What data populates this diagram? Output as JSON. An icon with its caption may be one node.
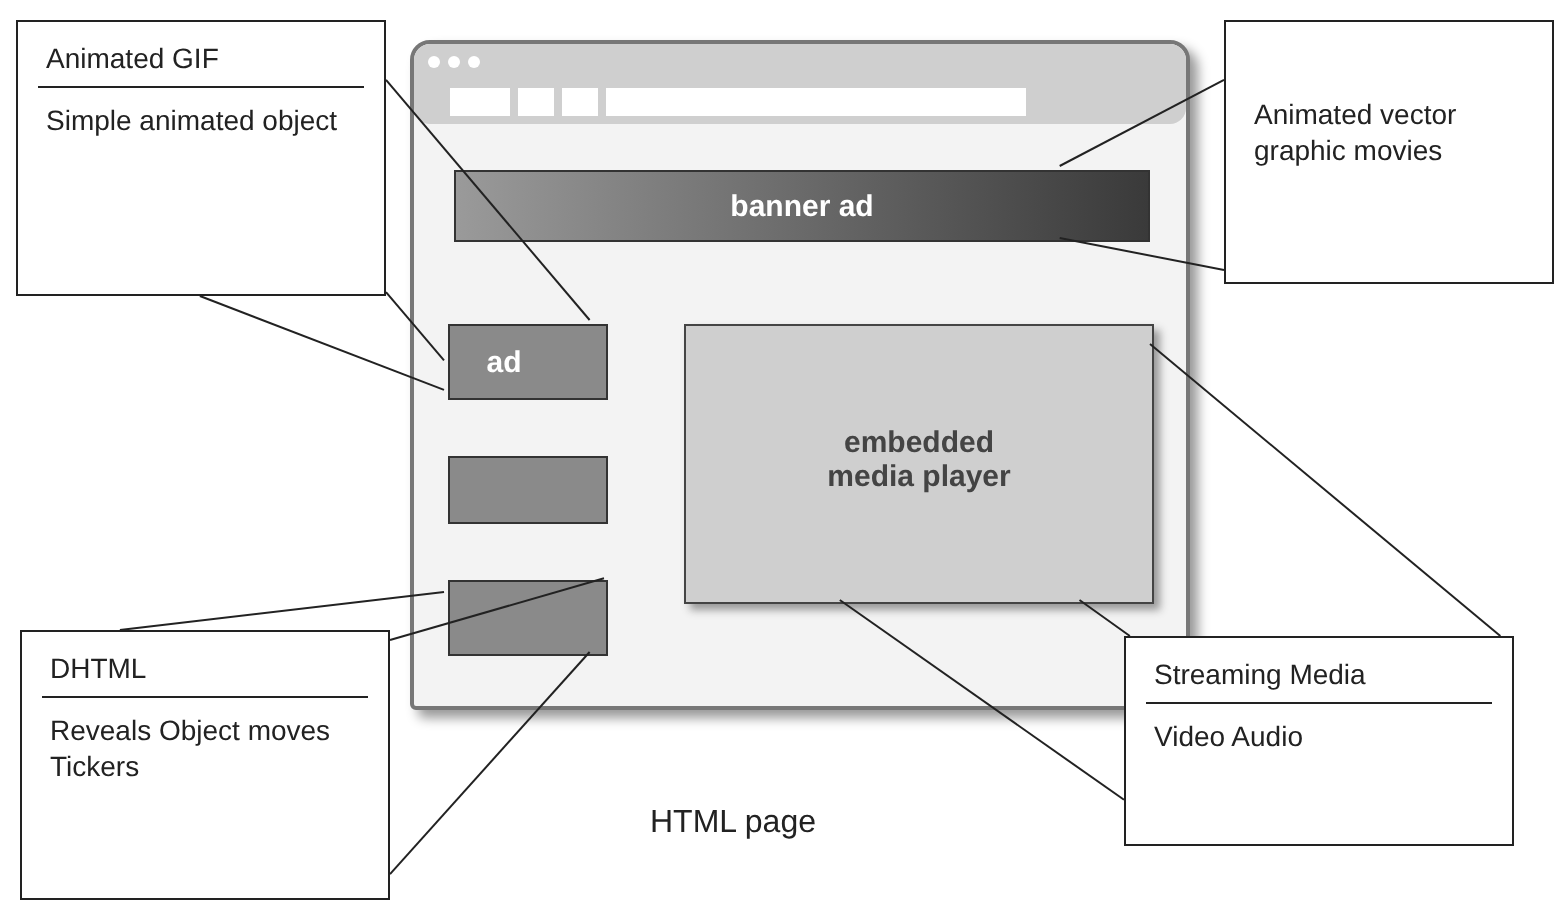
{
  "diagram": {
    "nodes": [
      {
        "text": [],
        "shape": "box",
        "beside": [
          "HTML page"
        ]
      },
      {
        "text": [
          "banner ad"
        ],
        "in": 0
      },
      {
        "text": [
          "ad"
        ],
        "in": 0
      },
      {
        "text": [],
        "shape": "box",
        "in": 0
      },
      {
        "text": [],
        "shape": "box",
        "in": 0
      },
      {
        "text": [
          "embedded media player"
        ],
        "in": 0
      },
      {
        "text": [
          "Animated GIF",
          "Simple animated object"
        ]
      },
      {
        "text": [
          "Animated vector graphic movies"
        ]
      },
      {
        "text": [
          "DHTML",
          "Reveals Object moves Tickers"
        ]
      },
      {
        "text": [
          "Streaming Media",
          "Video Audio"
        ]
      }
    ],
    "edges": [
      {
        "from": 6,
        "to": 2,
        "arrow": "none"
      },
      {
        "from": 6,
        "to": 2,
        "arrow": "none"
      },
      {
        "from": 6,
        "to": 2,
        "arrow": "none"
      },
      {
        "from": 7,
        "to": 1,
        "arrow": "none"
      },
      {
        "from": 7,
        "to": 1,
        "arrow": "none"
      },
      {
        "from": 8,
        "to": 4,
        "arrow": "none"
      },
      {
        "from": 8,
        "to": 4,
        "arrow": "none"
      },
      {
        "from": 8,
        "to": 4,
        "arrow": "none"
      },
      {
        "from": 9,
        "to": 5,
        "arrow": "none"
      },
      {
        "from": 9,
        "to": 5,
        "arrow": "none"
      },
      {
        "from": 9,
        "to": 5,
        "arrow": "none"
      }
    ]
  }
}
